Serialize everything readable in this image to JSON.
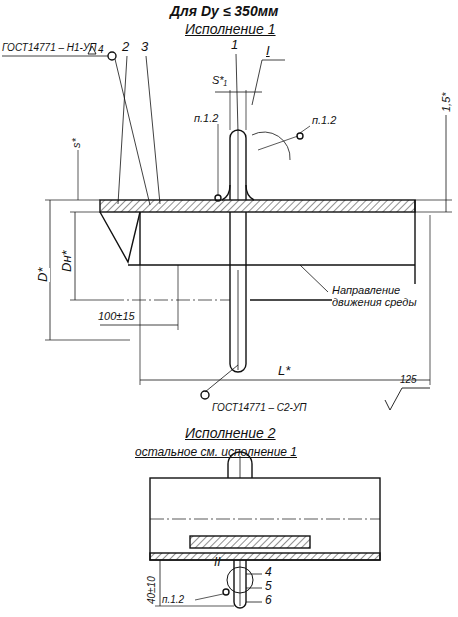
{
  "diagram": {
    "title": "Для Dу ≤ 350мм",
    "labels": [
      "Исполнение 1",
      "ГОСТ14771 – Н1-УП",
      "4",
      "2",
      "3",
      "1",
      "I",
      "S*₁",
      "п.1.2",
      "п.1.2",
      "1,5*",
      "s*",
      "D*",
      "Dн*",
      "100±15",
      "Направление движения среды",
      "L*",
      "ГОСТ14771 – С2-УП",
      "125",
      "Исполнение 2",
      "остальное см. исполнение 1",
      "II",
      "4",
      "5",
      "6",
      "40±10",
      "п.1.2"
    ]
  }
}
